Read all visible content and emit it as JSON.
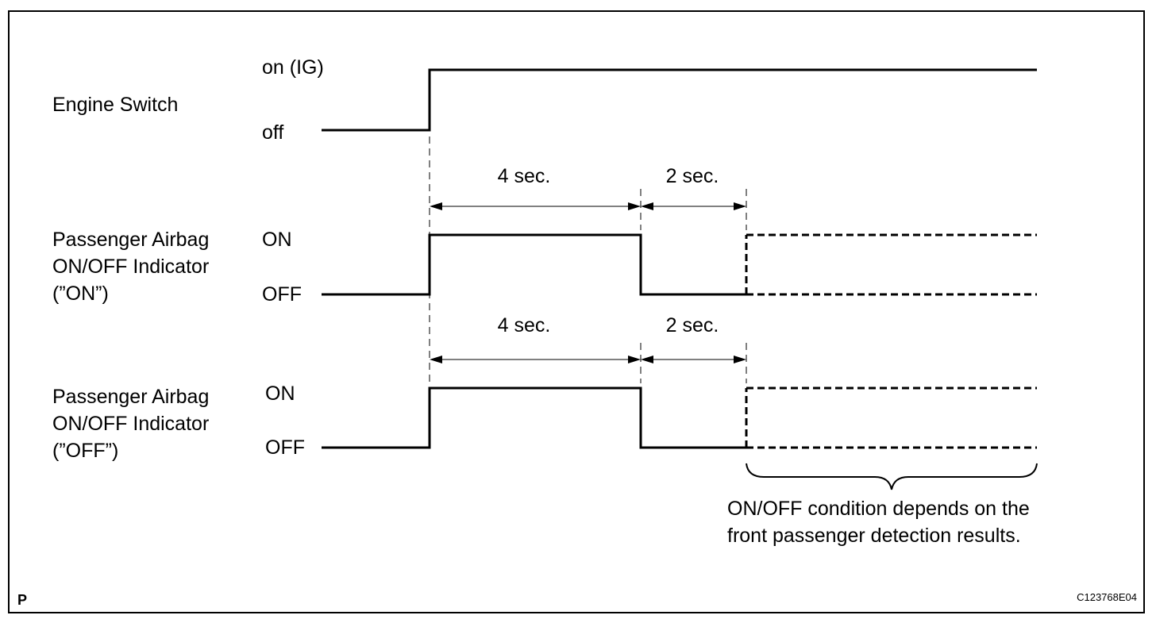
{
  "signals": [
    {
      "name_lines": [
        "Engine Switch"
      ],
      "high_label": "on (IG)",
      "low_label": "off"
    },
    {
      "name_lines": [
        "Passenger Airbag",
        "ON/OFF Indicator",
        "(”ON”)"
      ],
      "high_label": "ON",
      "low_label": "OFF"
    },
    {
      "name_lines": [
        "Passenger Airbag",
        "ON/OFF Indicator",
        "(”OFF”)"
      ],
      "high_label": "ON",
      "low_label": "OFF"
    }
  ],
  "intervals": {
    "first": "4 sec.",
    "second": "2 sec."
  },
  "note": {
    "line1": "ON/OFF condition depends on the",
    "line2": "front passenger detection results."
  },
  "corner_label": "P",
  "figure_code": "C123768E04"
}
